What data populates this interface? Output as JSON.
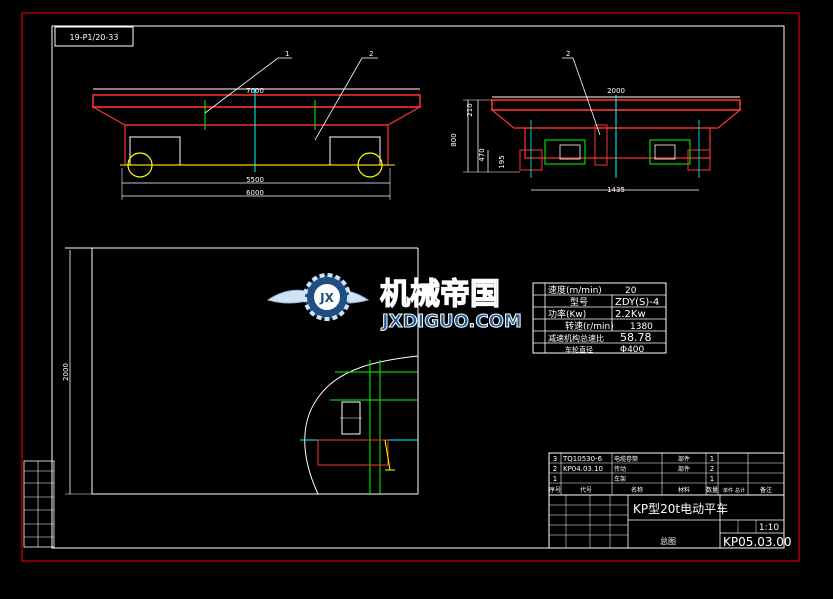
{
  "title_tag": "19-P1/20-33",
  "labels": {
    "part1": "1",
    "part2": "2",
    "part2_side": "2"
  },
  "dims": {
    "front_top_width": "7000",
    "front_inner_span": "5500",
    "front_total": "6000",
    "side_top_width": "2000",
    "side_rail_gauge": "1435",
    "side_h_top": "210",
    "side_h_total": "800",
    "side_h_mid": "470",
    "side_h_low": "195",
    "plan_height": "2000"
  },
  "specs": [
    {
      "label": "速度(m/min)",
      "value": "20"
    },
    {
      "label": "型号",
      "value": "ZDY(S)-4"
    },
    {
      "label": "功率(Kw)",
      "value": "2.2Kw"
    },
    {
      "label": "转速(r/min)",
      "value": "1380"
    },
    {
      "label": "减速机构总速比",
      "value": "58.78"
    },
    {
      "label": "车轮直径",
      "value": "Φ400"
    }
  ],
  "bom": [
    {
      "no": "3",
      "code": "TQ10530-6",
      "name": "电缆卷筒",
      "type": "部件",
      "qty": "1"
    },
    {
      "no": "2",
      "code": "KP04.03.10",
      "name": "传动",
      "type": "部件",
      "qty": "2"
    },
    {
      "no": "1",
      "code": "",
      "name": "车架",
      "type": "",
      "qty": "1"
    }
  ],
  "bom_header": [
    "序号",
    "代号",
    "名称",
    "数量",
    "材料",
    "单件",
    "总计",
    "备注"
  ],
  "title_block": {
    "product": "KP型20t电动平车",
    "drawing_no": "KP05.03.00",
    "assembly": "总图",
    "scale": "1:10"
  },
  "watermark": {
    "cn": "机械帝国",
    "en": "JXDIGUO.COM",
    "badge": "JX"
  },
  "colors": {
    "border": "#ff0000",
    "frame": "#ffffff",
    "rail": "#ffff00",
    "cyan": "#00ffff",
    "green": "#00ff00"
  }
}
